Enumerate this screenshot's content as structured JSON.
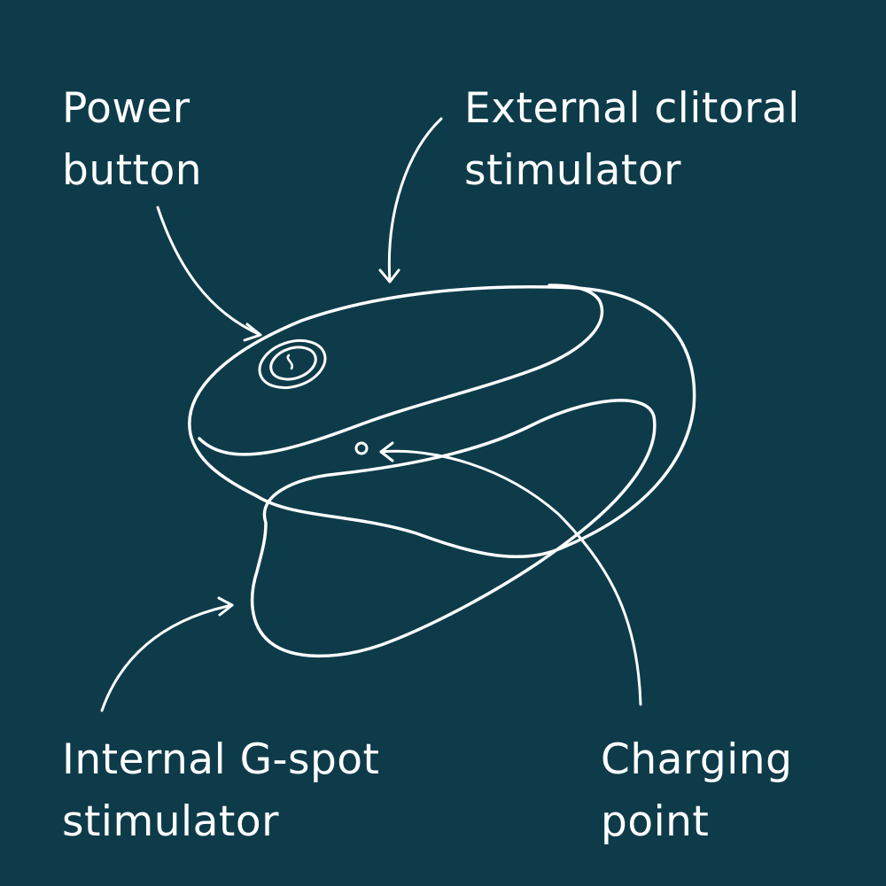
{
  "colors": {
    "background": "#0e3b4a",
    "line": "#ffffff",
    "text": "#ffffff"
  },
  "labels": {
    "power": {
      "line1": "Power",
      "line2": "button"
    },
    "external": {
      "line1": "External clitoral",
      "line2": "stimulator"
    },
    "internal": {
      "line1": "Internal G-spot",
      "line2": "stimulator"
    },
    "charging": {
      "line1": "Charging",
      "line2": "point"
    }
  },
  "icons": {
    "power_button": "power-icon",
    "charging_port": "charging-port-icon",
    "arrow": "arrow-icon"
  }
}
